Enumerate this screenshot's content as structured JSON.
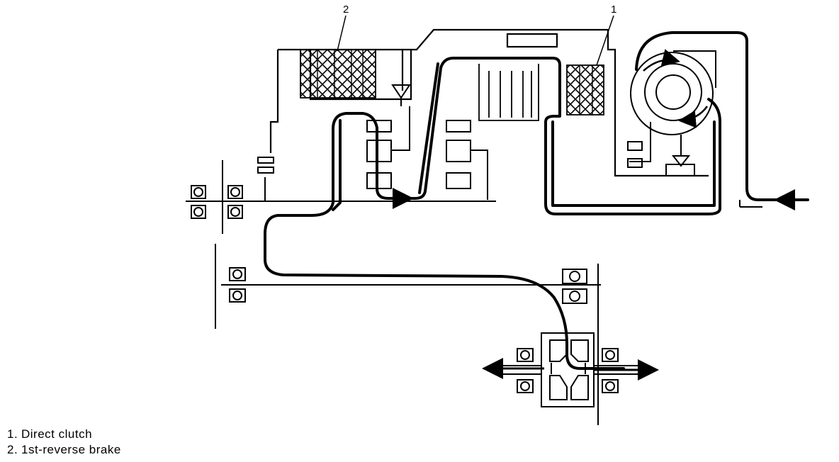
{
  "callouts": [
    {
      "number": "1"
    },
    {
      "number": "2"
    }
  ],
  "legend": [
    {
      "number": "1.",
      "label": "Direct clutch"
    },
    {
      "number": "2.",
      "label": "1st-reverse brake"
    }
  ],
  "colors": {
    "line": "#000000",
    "background": "#ffffff"
  }
}
